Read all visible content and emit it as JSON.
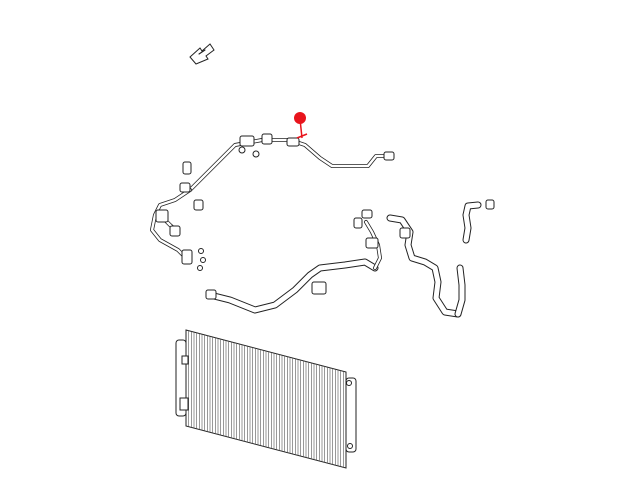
{
  "diagram": {
    "accent_color": "#e8141c",
    "line_color": "#222222",
    "background": "#ffffff",
    "icons": [
      "direction-arrow-icon",
      "callout-marker-icon"
    ],
    "components": [
      "ac-discharge-line",
      "ac-suction-line",
      "liquid-line",
      "heater-hoses",
      "condenser"
    ]
  }
}
